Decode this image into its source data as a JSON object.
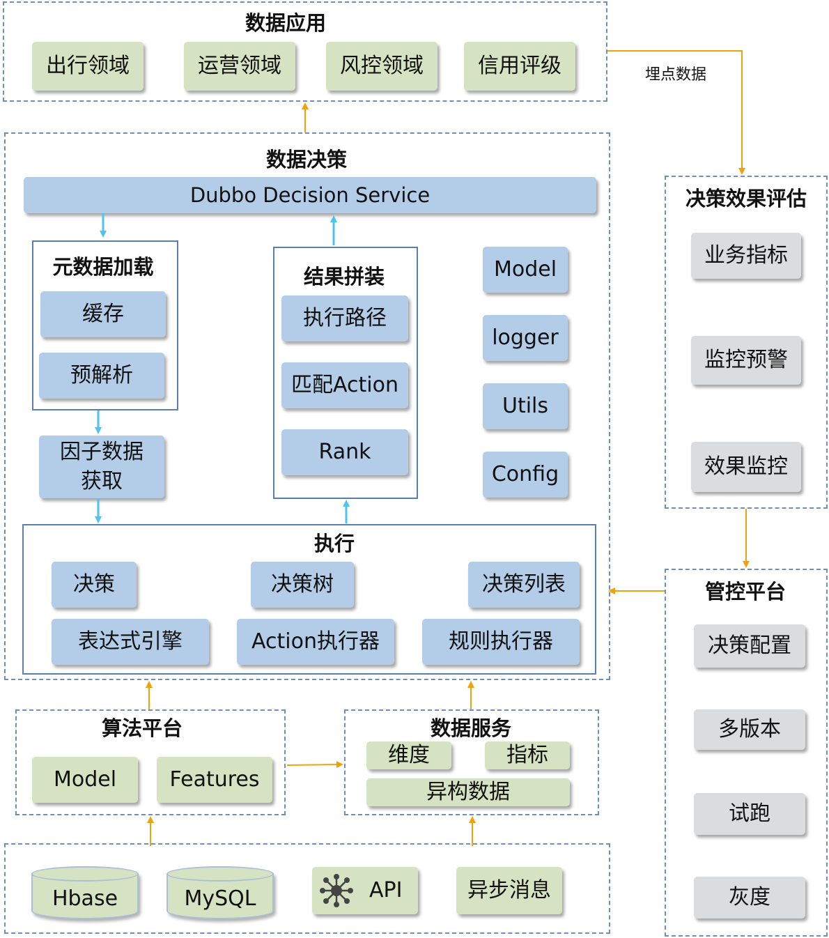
{
  "data_app": {
    "title": "数据应用",
    "items": [
      "出行领域",
      "运营领域",
      "风控领域",
      "信用评级"
    ]
  },
  "embed_label": "埋点数据",
  "decision": {
    "title": "数据决策",
    "service": "Dubbo Decision Service",
    "metadata": {
      "title": "元数据加载",
      "items": [
        "缓存",
        "预解析"
      ]
    },
    "factor": "因子数据获取",
    "result": {
      "title": "结果拼装",
      "items": [
        "执行路径",
        "匹配Action",
        "Rank"
      ]
    },
    "utils": [
      "Model",
      "logger",
      "Utils",
      "Config"
    ],
    "exec": {
      "title": "执行",
      "row1": [
        "决策",
        "决策树",
        "决策列表"
      ],
      "row2": [
        "表达式引擎",
        "Action执行器",
        "规则执行器"
      ]
    }
  },
  "effect": {
    "title": "决策效果评估",
    "items": [
      "业务指标",
      "监控预警",
      "效果监控"
    ]
  },
  "control": {
    "title": "管控平台",
    "items": [
      "决策配置",
      "多版本",
      "试跑",
      "灰度"
    ]
  },
  "algo": {
    "title": "算法平台",
    "items": [
      "Model",
      "Features"
    ]
  },
  "data_service": {
    "title": "数据服务",
    "items": [
      "维度",
      "指标",
      "异构数据"
    ]
  },
  "sources": {
    "hbase": "Hbase",
    "mysql": "MySQL",
    "api": "API",
    "async": "异步消息"
  },
  "colors": {
    "green": "#d6e3c3",
    "blue": "#b3cde9",
    "gray": "#dadcdd",
    "orange_arrow": "#f0a20e",
    "cyan_arrow": "#4cc4ee"
  }
}
